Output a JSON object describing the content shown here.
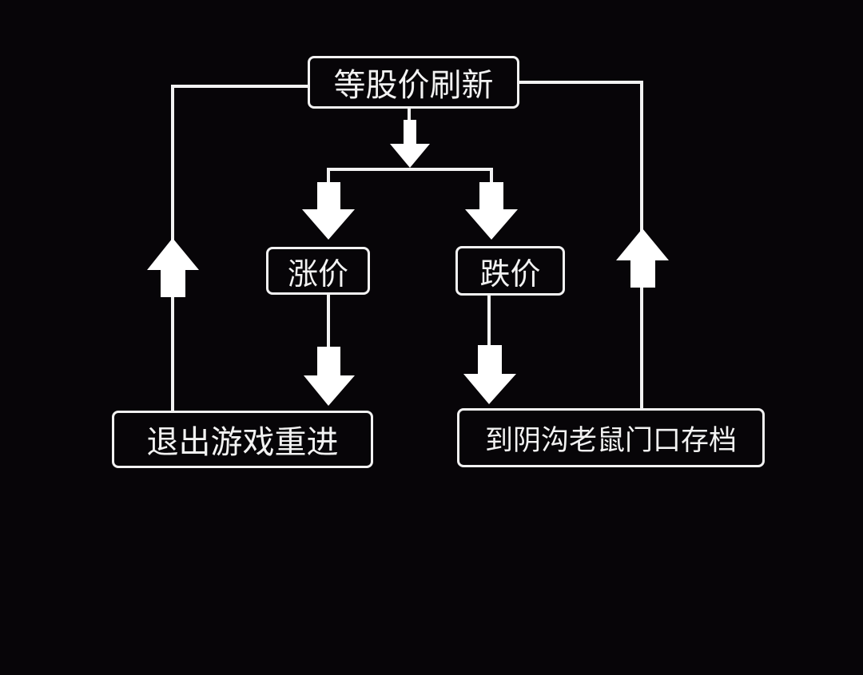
{
  "diagram": {
    "nodes": {
      "refresh": "等股价刷新",
      "rise": "涨价",
      "fall": "跌价",
      "restart": "退出游戏重进",
      "save": "到阴沟老鼠门口存档"
    },
    "colors": {
      "background": "#070508",
      "line": "#f2f2f2"
    }
  }
}
